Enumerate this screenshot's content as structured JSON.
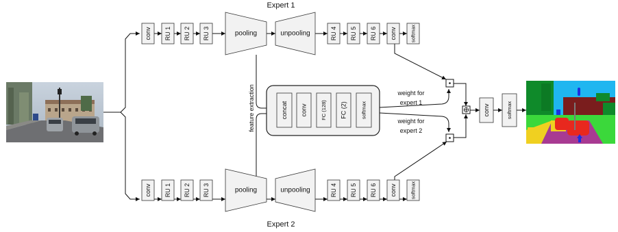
{
  "expert1": {
    "title": "Expert 1",
    "enc_blocks": [
      "conv",
      "RU 1",
      "RU 2",
      "RU 3"
    ],
    "pooling": "pooling",
    "unpooling": "unpooling",
    "dec_blocks": [
      "RU 4",
      "RU 5",
      "RU 6",
      "conv",
      "softmax"
    ]
  },
  "expert2": {
    "title": "Expert 2",
    "enc_blocks": [
      "conv",
      "RU 1",
      "RU 2",
      "RU 3"
    ],
    "pooling": "pooling",
    "unpooling": "unpooling",
    "dec_blocks": [
      "RU 4",
      "RU 5",
      "RU 6",
      "conv",
      "softmax"
    ]
  },
  "gating": {
    "feature_label": "feature extraction",
    "blocks": [
      "concat",
      "conv",
      "FC (128)",
      "FC (2)",
      "softmax"
    ],
    "weight1": [
      "weight for",
      "expert 1"
    ],
    "weight2": [
      "weight for",
      "expert 2"
    ]
  },
  "fusion": {
    "blocks": [
      "conv",
      "softmax"
    ]
  },
  "colors": {
    "block_fill": "#f2f2f2",
    "seg_sky": "#1fb6f0",
    "seg_road": "#a83a92",
    "seg_vegetation": "#0f8a2a",
    "seg_car": "#e8281e",
    "seg_sidewalk": "#f0d020",
    "seg_building": "#7a1d1d",
    "seg_grass": "#3bd83b",
    "seg_sign": "#1a2fe0"
  }
}
